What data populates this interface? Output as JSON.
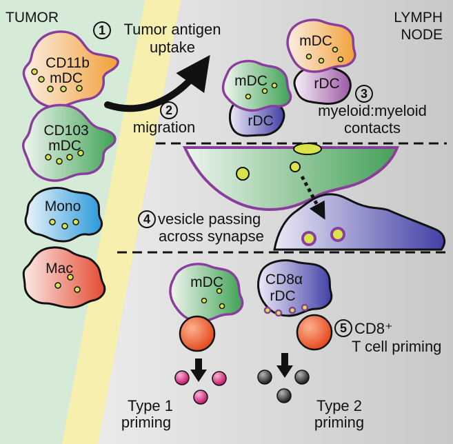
{
  "regions": {
    "tumor": "TUMOR",
    "lymph_node_line1": "LYMPH",
    "lymph_node_line2": "NODE"
  },
  "steps": [
    {
      "number": "1",
      "line1": "Tumor antigen",
      "line2": "uptake"
    },
    {
      "number": "2",
      "line1": "migration"
    },
    {
      "number": "3",
      "line1": "myeloid:myeloid",
      "line2": "contacts"
    },
    {
      "number": "4",
      "line1": "vesicle passing",
      "line2": "across synapse"
    },
    {
      "number": "5",
      "line1": "CD8⁺",
      "line2": "T cell priming"
    }
  ],
  "tumor_cells": [
    {
      "line1": "CD11b",
      "line2": "mDC"
    },
    {
      "line1": "CD103",
      "line2": "mDC"
    },
    {
      "line1": "Mono"
    },
    {
      "line1": "Mac"
    }
  ],
  "lymph_cells": {
    "mdc_a": "mDC",
    "rdc_a": "rDC",
    "mdc_b": "mDC",
    "rdc_b": "rDC",
    "mdc_priming": "mDC",
    "rdc_priming_line1": "CD8α",
    "rdc_priming_line2": "rDC"
  },
  "outcomes": [
    {
      "line1": "Type 1",
      "line2": "priming"
    },
    {
      "line1": "Type 2",
      "line2": "priming"
    }
  ],
  "colors": {
    "tumor_bg": "#d5ead7",
    "boundary_band": "#f6efae",
    "lymph_bg": "#e6e6e6",
    "membrane": "#8a3e9c",
    "vesicle": "#d9e44a",
    "t_cell": "#f0643a",
    "type1_cell": "#e0308a",
    "type2_cell": "#333333"
  }
}
